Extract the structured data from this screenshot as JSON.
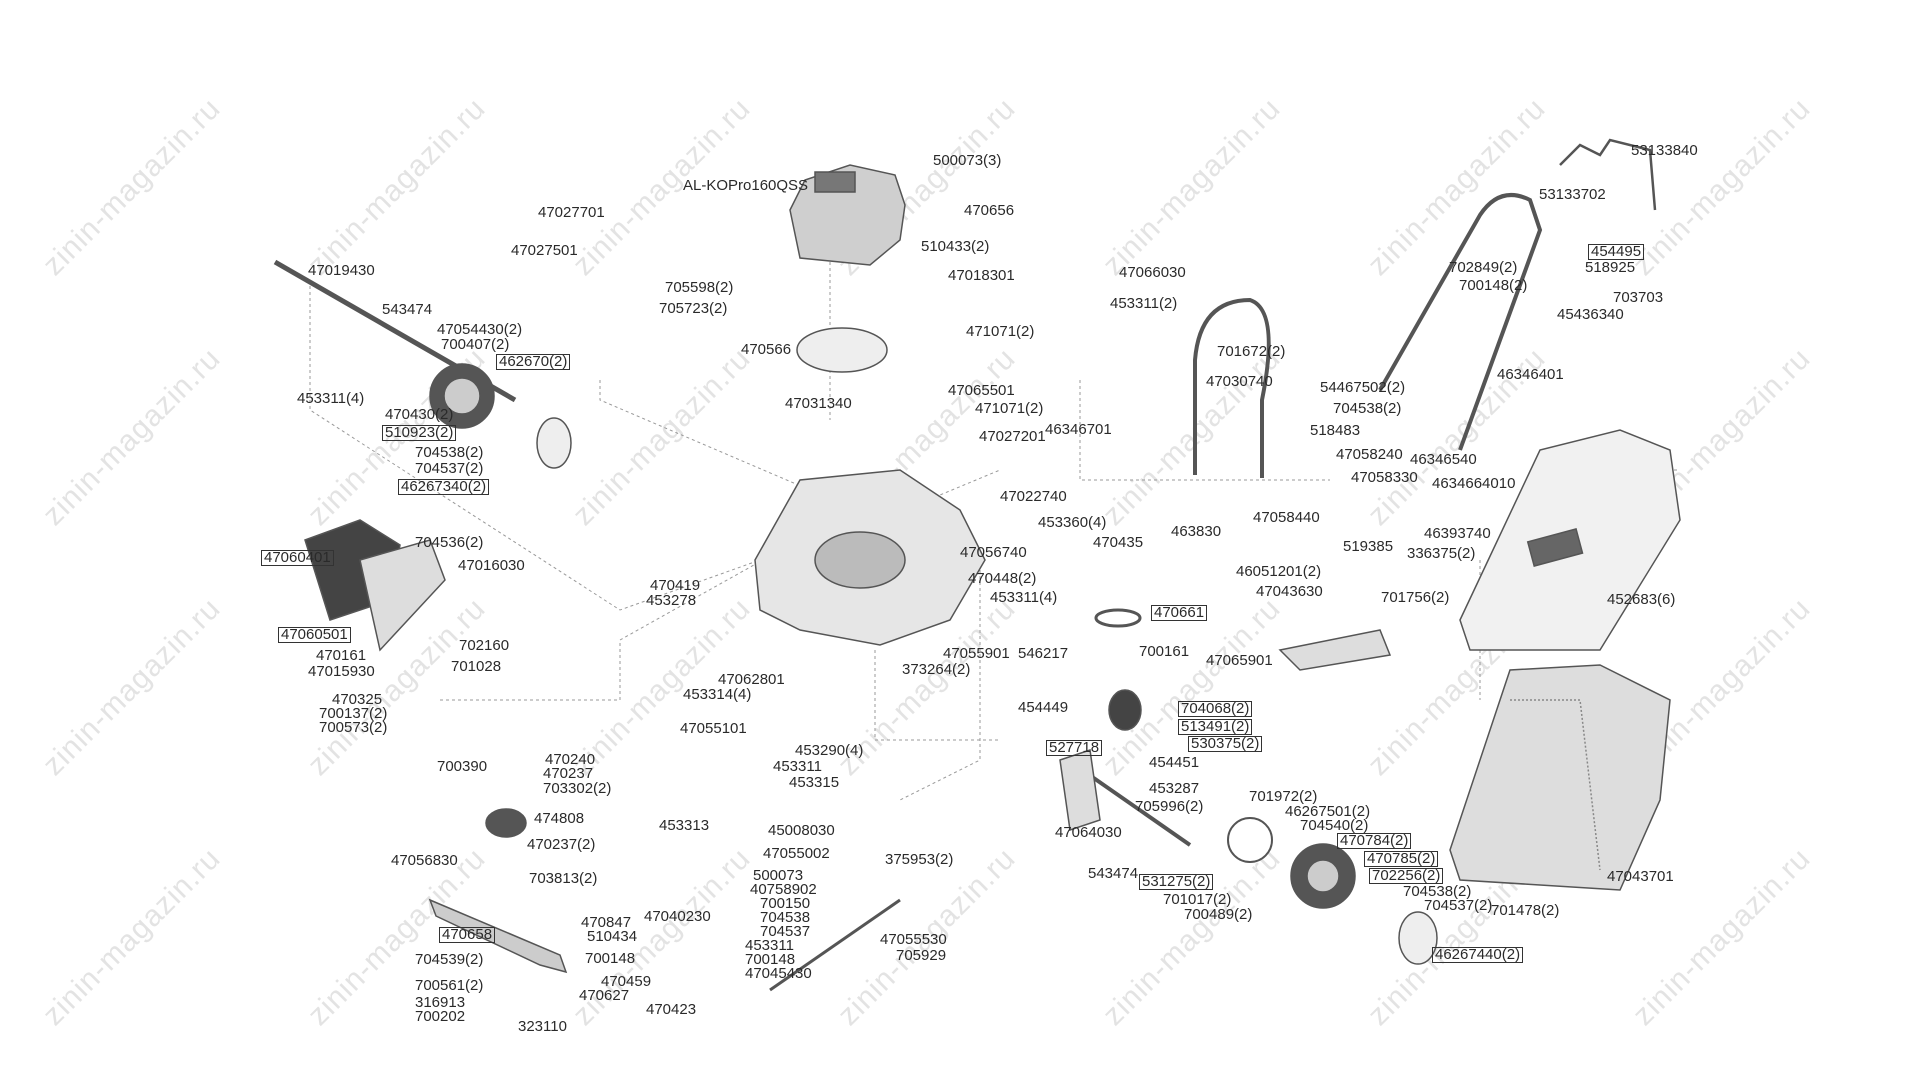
{
  "watermark": "zinin-magazin.ru",
  "labels": [
    {
      "text": "AL-KOPro160QSS",
      "boxed": false
    },
    {
      "text": "500073(3)",
      "boxed": false
    },
    {
      "text": "470656",
      "boxed": false
    },
    {
      "text": "510433(2)",
      "boxed": false
    },
    {
      "text": "47027701",
      "boxed": false
    },
    {
      "text": "47027501",
      "boxed": false
    },
    {
      "text": "705598(2)",
      "boxed": false
    },
    {
      "text": "705723(2)",
      "boxed": false
    },
    {
      "text": "47018301",
      "boxed": false
    },
    {
      "text": "471071(2)",
      "boxed": false
    },
    {
      "text": "470566",
      "boxed": false
    },
    {
      "text": "47031340",
      "boxed": false
    },
    {
      "text": "47065501",
      "boxed": false
    },
    {
      "text": "471071(2)",
      "boxed": false
    },
    {
      "text": "47027201",
      "boxed": false
    },
    {
      "text": "47022740",
      "boxed": false
    },
    {
      "text": "453360(4)",
      "boxed": false
    },
    {
      "text": "47056740",
      "boxed": false
    },
    {
      "text": "470448(2)",
      "boxed": false
    },
    {
      "text": "453311(4)",
      "boxed": false
    },
    {
      "text": "470419",
      "boxed": false
    },
    {
      "text": "453278",
      "boxed": false
    },
    {
      "text": "47055901",
      "boxed": false
    },
    {
      "text": "546217",
      "boxed": false
    },
    {
      "text": "373264(2)",
      "boxed": false
    },
    {
      "text": "47062801",
      "boxed": false
    },
    {
      "text": "453314(4)",
      "boxed": false
    },
    {
      "text": "47055101",
      "boxed": false
    },
    {
      "text": "453290(4)",
      "boxed": false
    },
    {
      "text": "453311",
      "boxed": false
    },
    {
      "text": "453315",
      "boxed": false
    },
    {
      "text": "453313",
      "boxed": false
    },
    {
      "text": "45008030",
      "boxed": false
    },
    {
      "text": "47055002",
      "boxed": false
    },
    {
      "text": "500073",
      "boxed": false
    },
    {
      "text": "375953(2)",
      "boxed": false
    },
    {
      "text": "40758902",
      "boxed": false
    },
    {
      "text": "700150",
      "boxed": false
    },
    {
      "text": "704538",
      "boxed": false
    },
    {
      "text": "704537",
      "boxed": false
    },
    {
      "text": "47040230",
      "boxed": false
    },
    {
      "text": "470847",
      "boxed": false
    },
    {
      "text": "510434",
      "boxed": false
    },
    {
      "text": "453311",
      "boxed": false
    },
    {
      "text": "700148",
      "boxed": false
    },
    {
      "text": "700148",
      "boxed": false
    },
    {
      "text": "47045430",
      "boxed": false
    },
    {
      "text": "470459",
      "boxed": false
    },
    {
      "text": "470627",
      "boxed": false
    },
    {
      "text": "470423",
      "boxed": false
    },
    {
      "text": "47055530",
      "boxed": false
    },
    {
      "text": "705929",
      "boxed": false
    },
    {
      "text": "47019430",
      "boxed": false
    },
    {
      "text": "543474",
      "boxed": false
    },
    {
      "text": "47054430(2)",
      "boxed": false
    },
    {
      "text": "700407(2)",
      "boxed": false
    },
    {
      "text": "462670(2)",
      "boxed": true
    },
    {
      "text": "453311(4)",
      "boxed": false
    },
    {
      "text": "470430(2)",
      "boxed": false
    },
    {
      "text": "510923(2)",
      "boxed": true
    },
    {
      "text": "704538(2)",
      "boxed": false
    },
    {
      "text": "704537(2)",
      "boxed": false
    },
    {
      "text": "46267340(2)",
      "boxed": true
    },
    {
      "text": "47060401",
      "boxed": true
    },
    {
      "text": "704536(2)",
      "boxed": false
    },
    {
      "text": "47016030",
      "boxed": false
    },
    {
      "text": "47060501",
      "boxed": true
    },
    {
      "text": "702160",
      "boxed": false
    },
    {
      "text": "470161",
      "boxed": false
    },
    {
      "text": "47015930",
      "boxed": false
    },
    {
      "text": "701028",
      "boxed": false
    },
    {
      "text": "470325",
      "boxed": false
    },
    {
      "text": "700137(2)",
      "boxed": false
    },
    {
      "text": "700573(2)",
      "boxed": false
    },
    {
      "text": "700390",
      "boxed": false
    },
    {
      "text": "470240",
      "boxed": false
    },
    {
      "text": "470237",
      "boxed": false
    },
    {
      "text": "703302(2)",
      "boxed": false
    },
    {
      "text": "474808",
      "boxed": false
    },
    {
      "text": "470237(2)",
      "boxed": false
    },
    {
      "text": "47056830",
      "boxed": false
    },
    {
      "text": "703813(2)",
      "boxed": false
    },
    {
      "text": "470658",
      "boxed": true
    },
    {
      "text": "704539(2)",
      "boxed": false
    },
    {
      "text": "700561(2)",
      "boxed": false
    },
    {
      "text": "316913",
      "boxed": false
    },
    {
      "text": "700202",
      "boxed": false
    },
    {
      "text": "323110",
      "boxed": false
    },
    {
      "text": "47066030",
      "boxed": false
    },
    {
      "text": "453311(2)",
      "boxed": false
    },
    {
      "text": "701672(2)",
      "boxed": false
    },
    {
      "text": "47030740",
      "boxed": false
    },
    {
      "text": "54467502(2)",
      "boxed": false
    },
    {
      "text": "704538(2)",
      "boxed": false
    },
    {
      "text": "46346701",
      "boxed": false
    },
    {
      "text": "518483",
      "boxed": false
    },
    {
      "text": "47058240",
      "boxed": false
    },
    {
      "text": "47058330",
      "boxed": false
    },
    {
      "text": "47058440",
      "boxed": false
    },
    {
      "text": "519385",
      "boxed": false
    },
    {
      "text": "463830",
      "boxed": false
    },
    {
      "text": "470435",
      "boxed": false
    },
    {
      "text": "46051201(2)",
      "boxed": false
    },
    {
      "text": "47043630",
      "boxed": false
    },
    {
      "text": "470661",
      "boxed": true
    },
    {
      "text": "700161",
      "boxed": false
    },
    {
      "text": "47065901",
      "boxed": false
    },
    {
      "text": "454449",
      "boxed": false
    },
    {
      "text": "704068(2)",
      "boxed": true
    },
    {
      "text": "513491(2)",
      "boxed": true
    },
    {
      "text": "527718",
      "boxed": true
    },
    {
      "text": "530375(2)",
      "boxed": true
    },
    {
      "text": "454451",
      "boxed": false
    },
    {
      "text": "453287",
      "boxed": false
    },
    {
      "text": "705996(2)",
      "boxed": false
    },
    {
      "text": "701972(2)",
      "boxed": false
    },
    {
      "text": "46267501(2)",
      "boxed": false
    },
    {
      "text": "704540(2)",
      "boxed": false
    },
    {
      "text": "470784(2)",
      "boxed": true
    },
    {
      "text": "47064030",
      "boxed": false
    },
    {
      "text": "470785(2)",
      "boxed": true
    },
    {
      "text": "702256(2)",
      "boxed": true
    },
    {
      "text": "543474",
      "boxed": false
    },
    {
      "text": "531275(2)",
      "boxed": true
    },
    {
      "text": "704538(2)",
      "boxed": false
    },
    {
      "text": "701017(2)",
      "boxed": false
    },
    {
      "text": "704537(2)",
      "boxed": false
    },
    {
      "text": "700489(2)",
      "boxed": false
    },
    {
      "text": "701478(2)",
      "boxed": false
    },
    {
      "text": "46267440(2)",
      "boxed": true
    },
    {
      "text": "47043701",
      "boxed": false
    },
    {
      "text": "53133840",
      "boxed": false
    },
    {
      "text": "53133702",
      "boxed": false
    },
    {
      "text": "454495",
      "boxed": true
    },
    {
      "text": "702849(2)",
      "boxed": false
    },
    {
      "text": "518925",
      "boxed": false
    },
    {
      "text": "700148(2)",
      "boxed": false
    },
    {
      "text": "703703",
      "boxed": false
    },
    {
      "text": "45436340",
      "boxed": false
    },
    {
      "text": "46346401",
      "boxed": false
    },
    {
      "text": "46346540",
      "boxed": false
    },
    {
      "text": "4634664010",
      "boxed": false
    },
    {
      "text": "46393740",
      "boxed": false
    },
    {
      "text": "336375(2)",
      "boxed": false
    },
    {
      "text": "701756(2)",
      "boxed": false
    },
    {
      "text": "452683(6)",
      "boxed": false
    }
  ]
}
